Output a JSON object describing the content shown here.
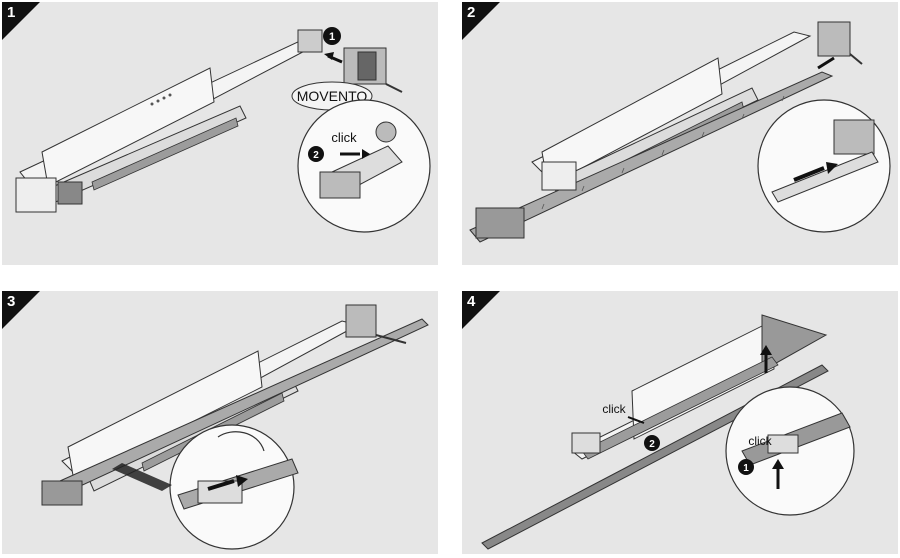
{
  "panels": [
    {
      "number": "1",
      "labels": {
        "brand": "MOVENTO",
        "click": "click",
        "step_a": "1",
        "step_b": "2"
      }
    },
    {
      "number": "2"
    },
    {
      "number": "3"
    },
    {
      "number": "4",
      "labels": {
        "click_upper": "click",
        "click_lower": "click",
        "step_a": "1",
        "step_b": "2"
      }
    }
  ],
  "colors": {
    "panel_bg": "#e6e6e6",
    "badge": "#111111",
    "rail": "#f4f4f4",
    "outline": "#333333",
    "metal": "#9c9c9c"
  }
}
